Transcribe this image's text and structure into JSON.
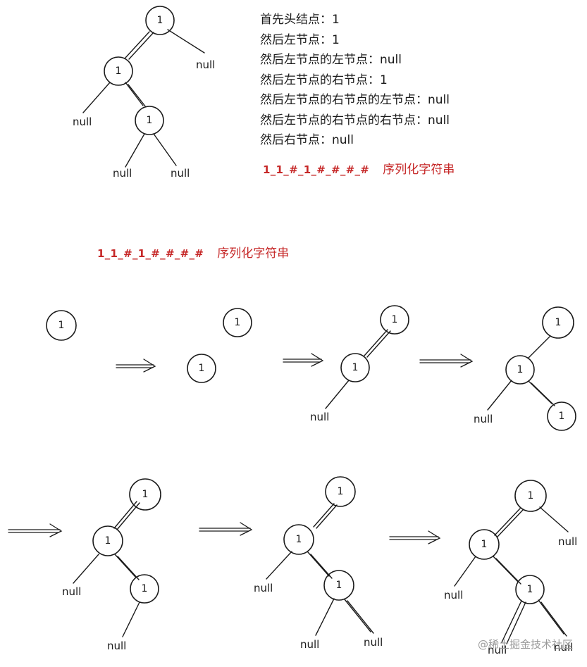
{
  "node_value": "1",
  "null_text": "null",
  "steps": [
    "首先头结点：1",
    "然后左节点：1",
    "然后左节点的左节点：null",
    "然后左节点的右节点：1",
    "然后左节点的右节点的左节点：null",
    "然后左节点的右节点的右节点：null",
    "然后右节点：null"
  ],
  "serialized": {
    "string": "1_1_#_1_#_#_#_#",
    "caption": "序列化字符串",
    "color": "#c62828"
  },
  "watermark": "@稀土掘金技术社区"
}
